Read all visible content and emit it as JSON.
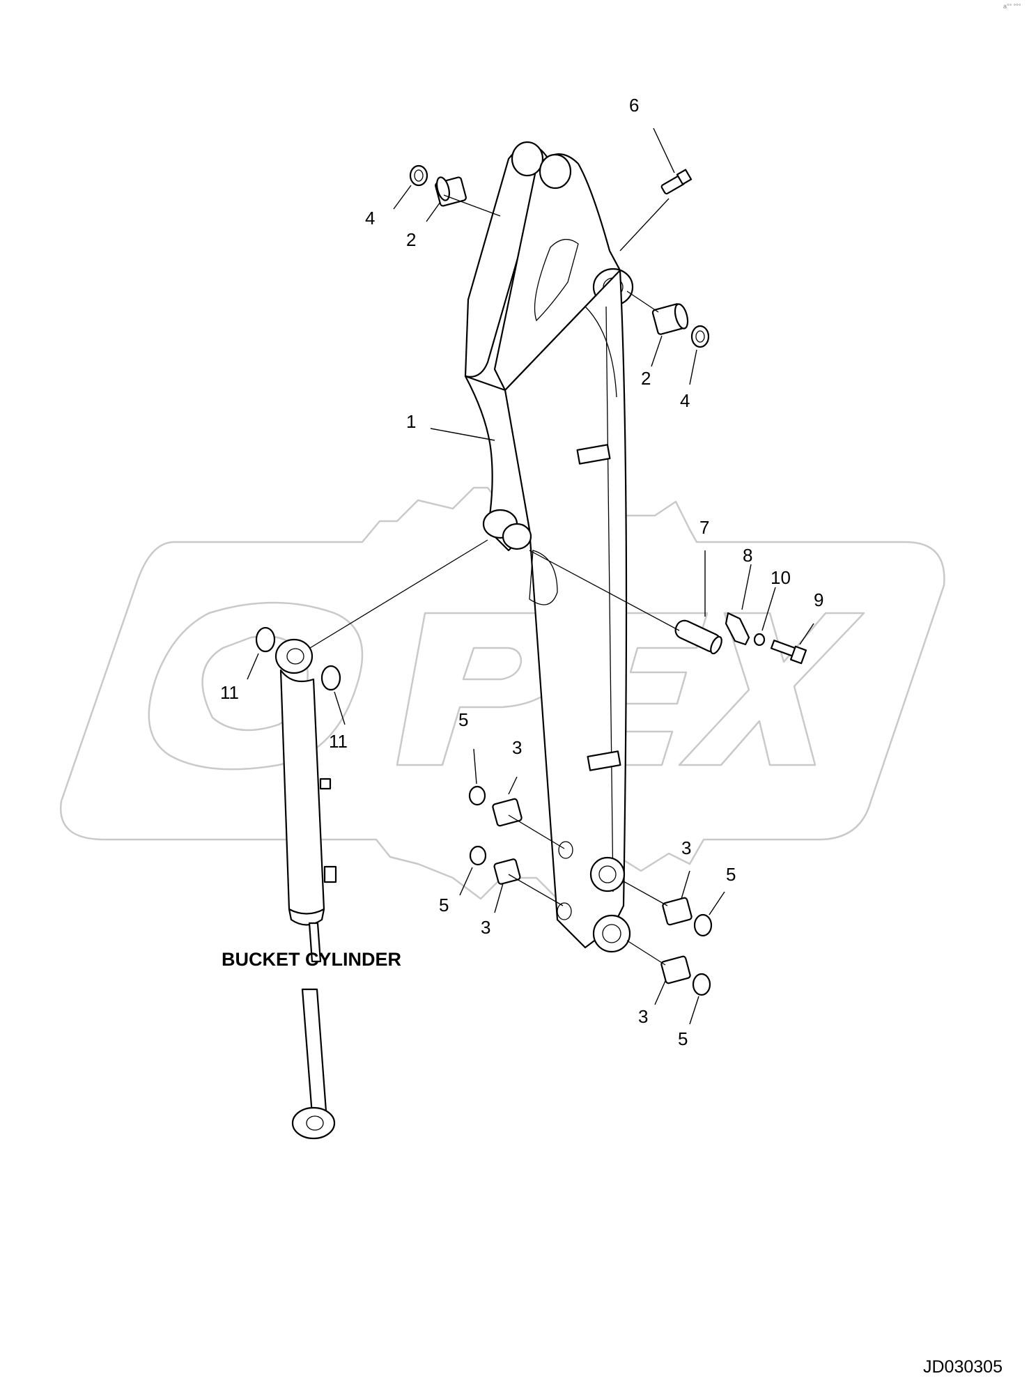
{
  "watermark": {
    "text": "OPEX",
    "color": "#c9c9c9"
  },
  "corner_mark": "a°° °°°",
  "assembly_label": "BUCKET CYLINDER",
  "drawing_id": "JD030305",
  "callouts": [
    {
      "id": "c-6",
      "text": "6"
    },
    {
      "id": "c-4a",
      "text": "4"
    },
    {
      "id": "c-2a",
      "text": "2"
    },
    {
      "id": "c-2b",
      "text": "2"
    },
    {
      "id": "c-4b",
      "text": "4"
    },
    {
      "id": "c-1",
      "text": "1"
    },
    {
      "id": "c-7",
      "text": "7"
    },
    {
      "id": "c-8",
      "text": "8"
    },
    {
      "id": "c-10",
      "text": "10"
    },
    {
      "id": "c-9",
      "text": "9"
    },
    {
      "id": "c-11a",
      "text": "11"
    },
    {
      "id": "c-11b",
      "text": "11"
    },
    {
      "id": "c-5a",
      "text": "5"
    },
    {
      "id": "c-3a",
      "text": "3"
    },
    {
      "id": "c-5b",
      "text": "5"
    },
    {
      "id": "c-3b",
      "text": "3"
    },
    {
      "id": "c-3c",
      "text": "3"
    },
    {
      "id": "c-5c",
      "text": "5"
    },
    {
      "id": "c-3d",
      "text": "3"
    },
    {
      "id": "c-5d",
      "text": "5"
    }
  ]
}
